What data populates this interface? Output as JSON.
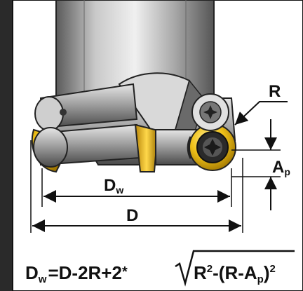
{
  "labels": {
    "radius": "R",
    "depth_main": "A",
    "depth_sub": "p",
    "effective_diameter_main": "D",
    "effective_diameter_sub": "w",
    "diameter": "D"
  },
  "formula": {
    "lhs_main": "D",
    "lhs_sub": "w",
    "equals": "=",
    "part1": "D-2R+2",
    "multiply": "*",
    "root_part1": "R",
    "root_part1_sup": "2",
    "root_part2": "-(R-A",
    "root_part2_sub": "p",
    "root_part3": ")",
    "root_part3_sup": "2"
  },
  "colors": {
    "frame": "#2a2a2a",
    "panel": "#ffffff",
    "body_steel": "#9a9a9a",
    "insert_gold": "#e8b90f",
    "dimension_line": "#111111"
  }
}
